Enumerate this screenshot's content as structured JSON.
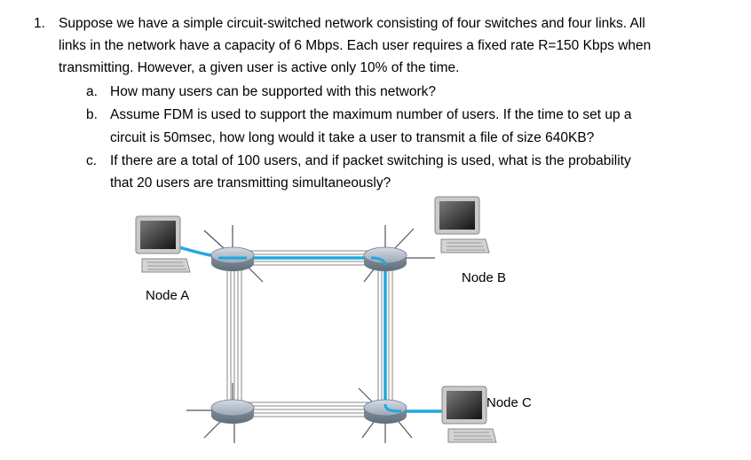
{
  "question": {
    "number": "1.",
    "intro_lines": [
      "Suppose we have a simple circuit-switched network consisting of four switches and four links. All",
      "links in the network have a capacity of 6 Mbps. Each user requires a fixed rate R=150 Kbps when",
      "transmitting. However, a given user is active only 10% of the time."
    ],
    "parts": [
      {
        "letter": "a.",
        "lines": [
          "How many users can be supported with this network?"
        ]
      },
      {
        "letter": "b.",
        "lines": [
          "Assume FDM is used to support the maximum number of users. If the time to set up a",
          "circuit is 50msec, how long would it take a user to transmit a file of size 640KB?"
        ]
      },
      {
        "letter": "c.",
        "lines": [
          "If there are a total of 100 users, and if packet switching is used, what is the probability",
          "that 20 users are transmitting simultaneously?"
        ]
      }
    ]
  },
  "diagram": {
    "nodes": [
      "Node A",
      "Node B",
      "Node C"
    ],
    "highlight_color": "#1fa8e0"
  }
}
